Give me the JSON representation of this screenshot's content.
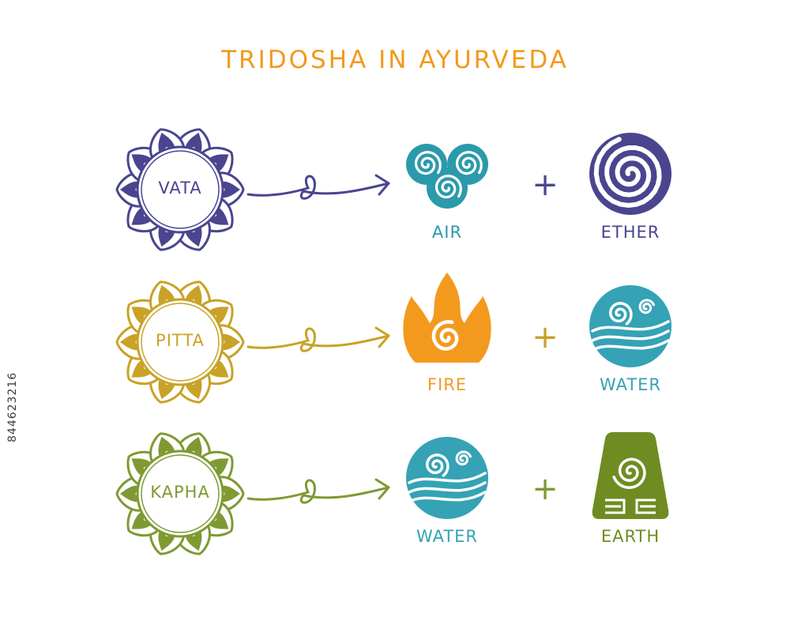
{
  "title": "TRIDOSHA IN AYURVEDA",
  "title_color": "#f29a1d",
  "plus_sign": "+",
  "watermark_id": "844623216",
  "rows": [
    {
      "dosha": "VATA",
      "dosha_color": "#4a458f",
      "elements": [
        {
          "name": "AIR",
          "icon": "air-icon",
          "color": "#2b9aab"
        },
        {
          "name": "ETHER",
          "icon": "ether-icon",
          "color": "#4a458f"
        }
      ]
    },
    {
      "dosha": "PITTA",
      "dosha_color": "#c9a227",
      "elements": [
        {
          "name": "FIRE",
          "icon": "fire-icon",
          "color": "#f39a1e"
        },
        {
          "name": "WATER",
          "icon": "water-icon",
          "color": "#35a2b5"
        }
      ]
    },
    {
      "dosha": "KAPHA",
      "dosha_color": "#7f9a33",
      "elements": [
        {
          "name": "WATER",
          "icon": "water-icon",
          "color": "#35a2b5"
        },
        {
          "name": "EARTH",
          "icon": "earth-icon",
          "color": "#6f8c22"
        }
      ]
    }
  ]
}
